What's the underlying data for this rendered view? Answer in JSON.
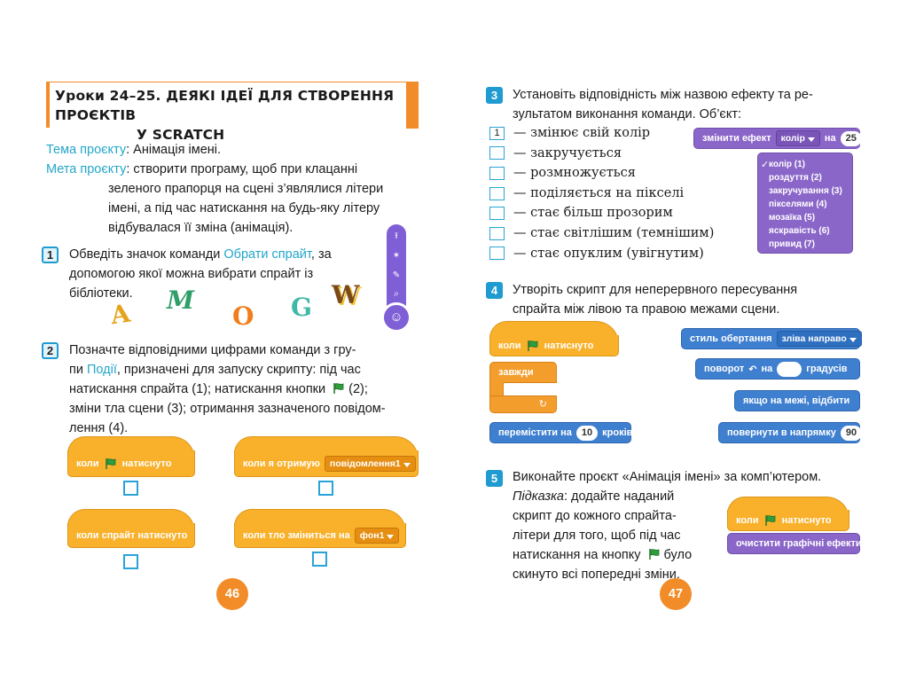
{
  "left": {
    "title_line1": "Уроки 24–25. ДЕЯКІ ІДЕЇ ДЛЯ СТВОРЕННЯ ПРОЄКТІВ",
    "title_line2": "У SCRATCH",
    "topic_label": "Тема проєкту",
    "topic_text": ": Анімація імені.",
    "goal_label": "Мета проєкту",
    "goal_l1": ": створити програму, щоб при клацанні",
    "goal_l2": "зеленого прапорця на сцені з’являлися літери",
    "goal_l3": "імені, а під час натискання на будь-яку літеру",
    "goal_l4": "відбувалася її зміна (анімація).",
    "task1_num": "1",
    "task1_l1a": "Обведіть значок команди ",
    "task1_link": "Обрати спрайт",
    "task1_l1b": ", за",
    "task1_l2": "допомогою якої можна вибрати спрайт із",
    "task1_l3": "бібліотеки.",
    "letters": [
      "A",
      "M",
      "O",
      "G",
      "W"
    ],
    "task2_num": "2",
    "task2_l1": "Позначте відповідними цифрами команди з гру-",
    "task2_l2a": "пи ",
    "task2_link": "Події",
    "task2_l2b": ", призначені для запуску скрипту: під час",
    "task2_l3a": "натискання спрайта (1); натискання кнопки",
    "task2_l3b": "(2);",
    "task2_l4": "зміни тла сцени (3); отримання зазначеного повідом-",
    "task2_l5": "лення (4).",
    "blocks": {
      "when_prefix": "коли",
      "clicked": "натиснуто",
      "receive": "коли я отримую",
      "message": "повідомлення1",
      "sprite_clicked": "коли спрайт натиснуто",
      "backdrop": "коли тло зміниться на",
      "backdrop_value": "фон1"
    },
    "page_number": "46"
  },
  "right": {
    "task3_num": "3",
    "task3_l1": "Установіть відповідність між назвою ефекту та ре-",
    "task3_l2": "зультатом виконання команди. Об’єкт:",
    "options": [
      {
        "mark": "1",
        "text": "— змінює свій колір"
      },
      {
        "mark": "",
        "text": "— закручується"
      },
      {
        "mark": "",
        "text": "— розмножується"
      },
      {
        "mark": "",
        "text": "— поділяється на пікселі"
      },
      {
        "mark": "",
        "text": "— стає більш прозорим"
      },
      {
        "mark": "",
        "text": "— стає світлішим (темнішим)"
      },
      {
        "mark": "",
        "text": "— стає опуклим (увігнутим)"
      }
    ],
    "effect_block": {
      "label": "змінити ефект",
      "effect": "колір",
      "by": "на",
      "value": "25"
    },
    "effect_menu": [
      "колір (1)",
      "роздуття (2)",
      "закручування (3)",
      "пікселями (4)",
      "мозаїка (5)",
      "яскравість (6)",
      "привид (7)"
    ],
    "task4_num": "4",
    "task4_l1": "Утворіть скрипт для неперервного пересування",
    "task4_l2": "спрайта між лівою та правою межами сцени.",
    "blocks": {
      "when_prefix": "коли",
      "clicked": "натиснуто",
      "forever": "завжди",
      "move": "перемістити на",
      "move_value": "10",
      "steps": "кроків",
      "rotation_style": "стиль обертання",
      "rotation_value": "зліва направо",
      "turn": "поворот",
      "turn_on": "на",
      "degrees": "градусів",
      "bounce": "якщо на межі, відбити",
      "point_dir": "повернути в напрямку",
      "point_value": "90",
      "clear_effects": "очистити графічні ефекти"
    },
    "task5_num": "5",
    "task5_l1": "Виконайте проєкт «Анімація імені» за комп’ютером.",
    "hint_label": "Підказка",
    "hint_l1": ": додайте наданий",
    "hint_l2": "скрипт до кожного спрайта-",
    "hint_l3": "літери для того, щоб під час",
    "hint_l4a": "натискання на кнопку",
    "hint_l4b": "було",
    "hint_l5": "скинуто всі попередні зміни.",
    "page_number": "47"
  },
  "colors": {
    "accent_orange": "#f28c28",
    "link_cyan": "#22a6c9",
    "events_yellow": "#f9b12b",
    "motion_blue": "#3f7fcf",
    "looks_purple": "#8b66c9",
    "flag_green": "#2e9e3c"
  }
}
